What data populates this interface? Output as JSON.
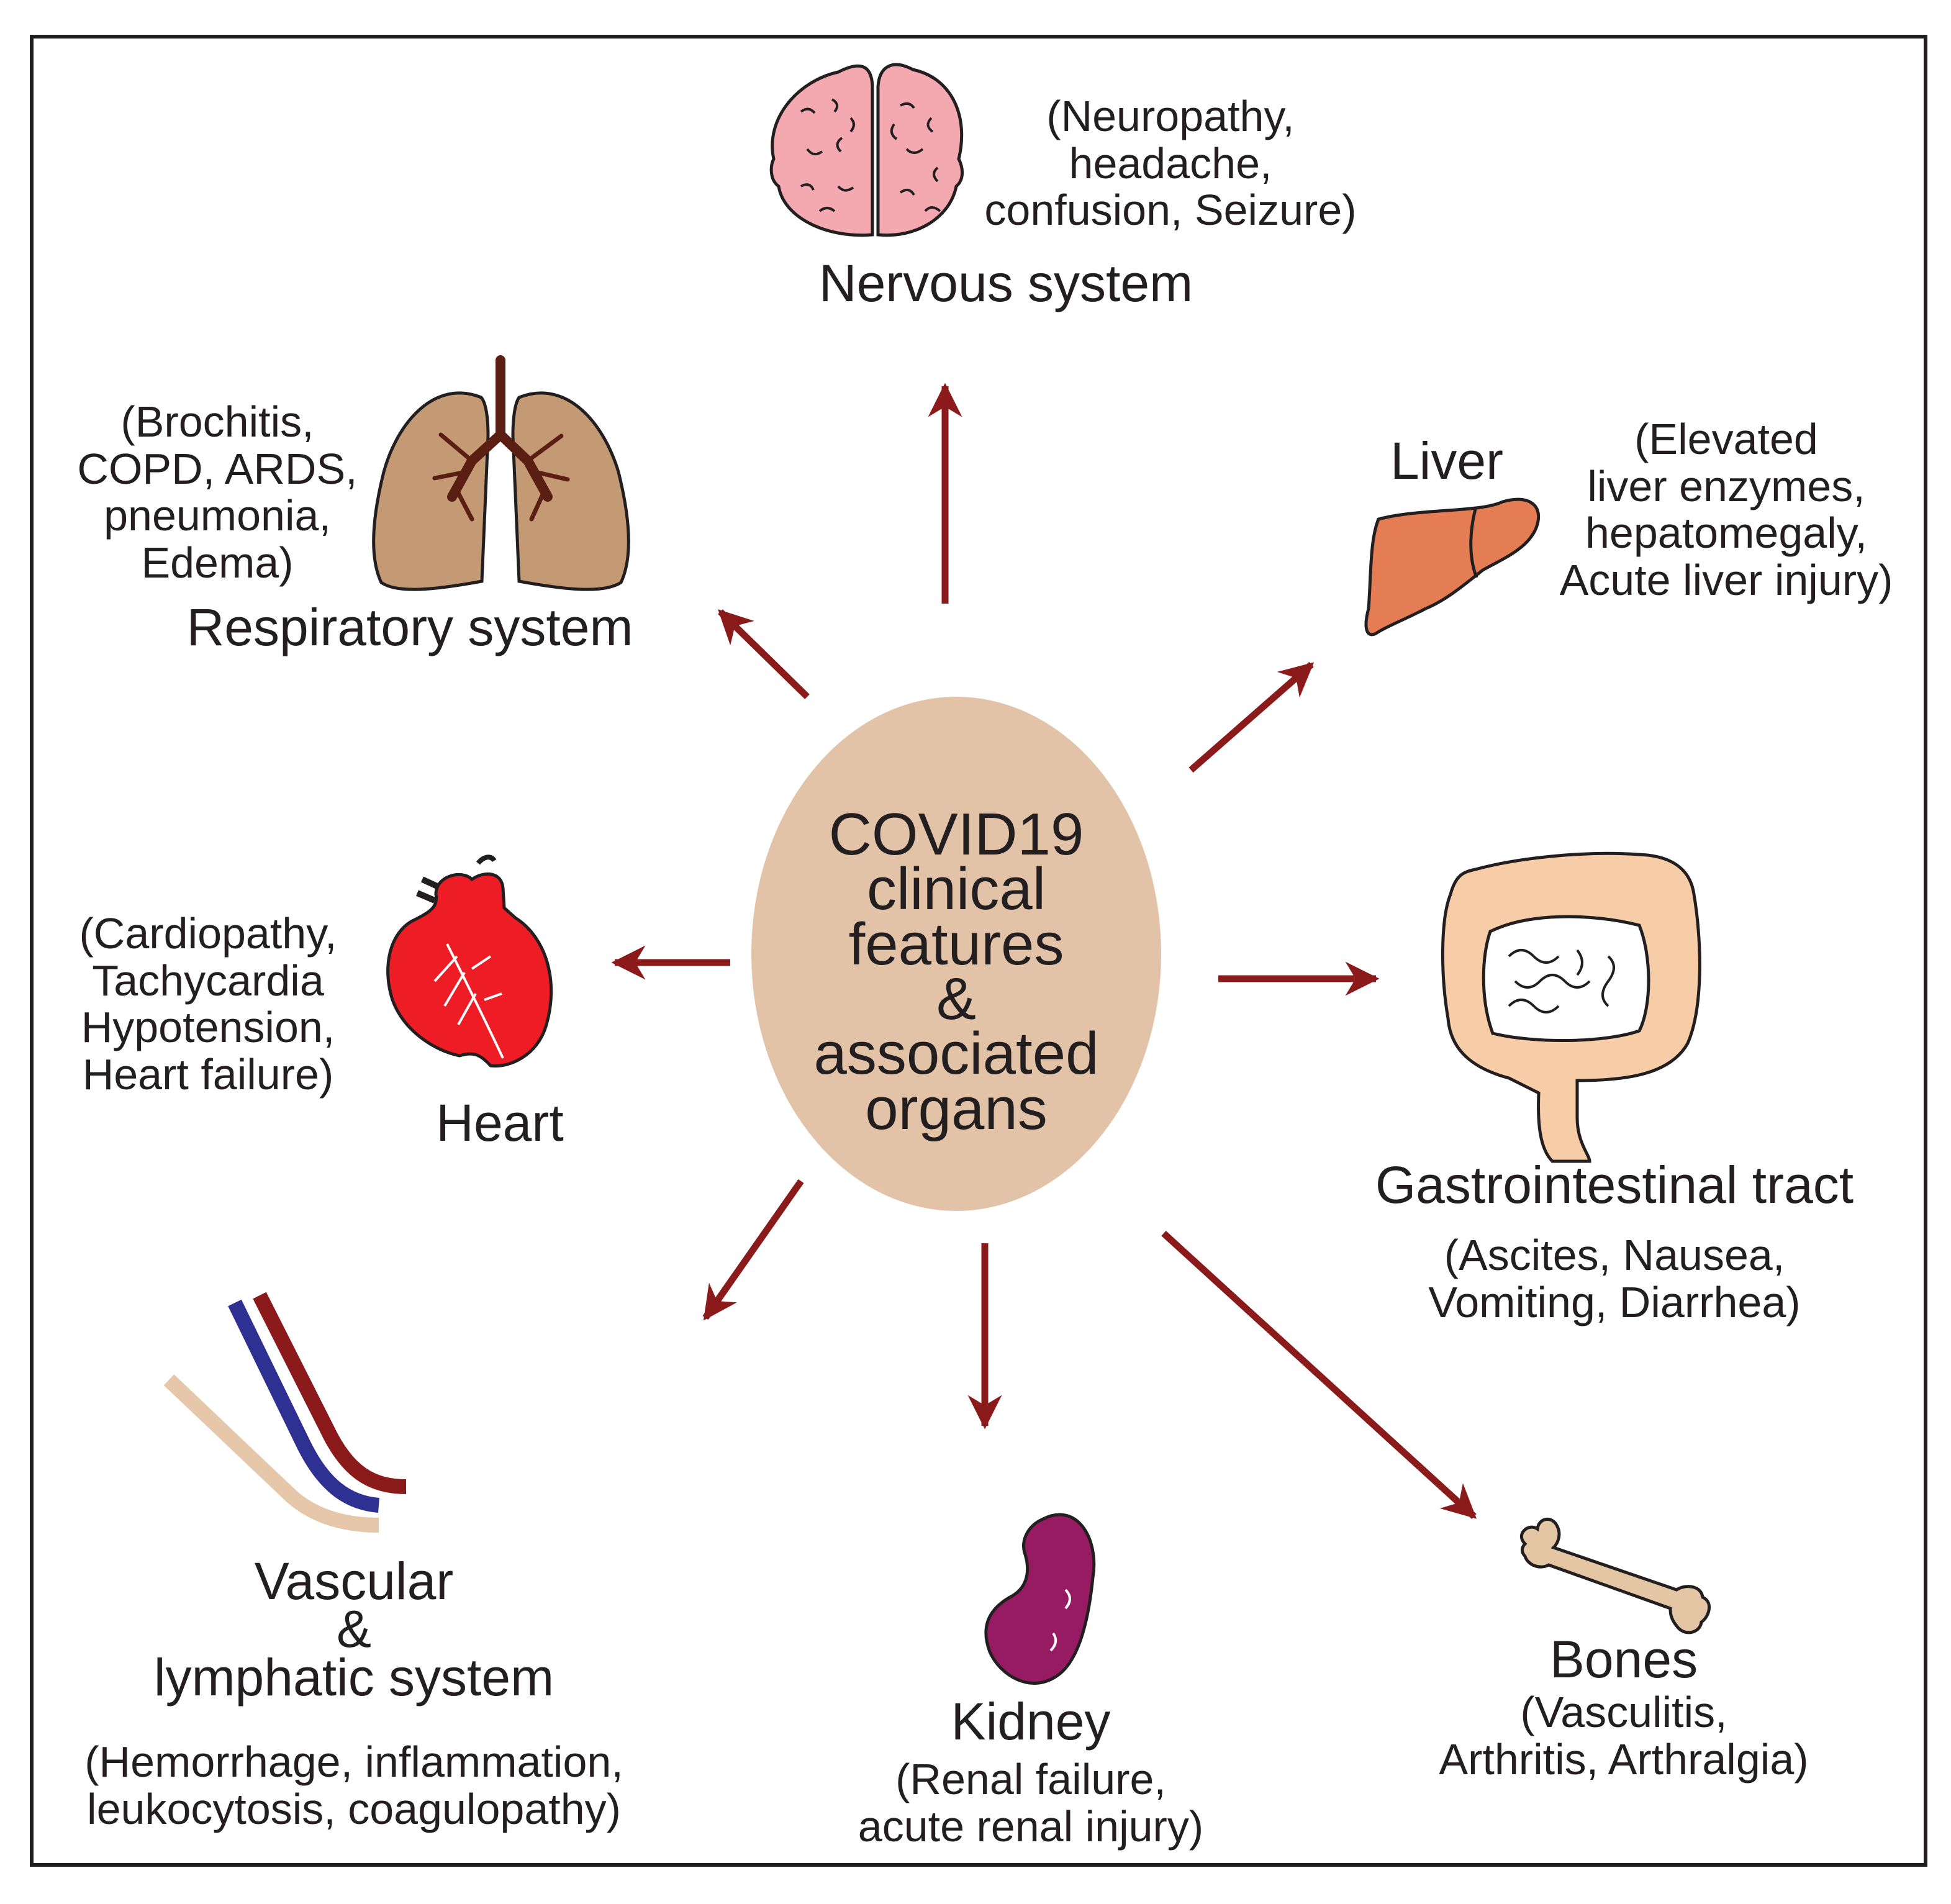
{
  "center": {
    "label": "COVID19\nclinical\nfeatures\n&\nassociated\norgans"
  },
  "organs": {
    "nervous": {
      "title": "Nervous system",
      "symptoms": "(Neuropathy,\nheadache,\nconfusion, Seizure)"
    },
    "respiratory": {
      "title": "Respiratory system",
      "symptoms": "(Brochitis,\nCOPD, ARDS,\npneumonia,\nEdema)"
    },
    "liver": {
      "title": "Liver",
      "symptoms": "(Elevated\nliver enzymes,\nhepatomegaly,\nAcute liver injury)"
    },
    "heart": {
      "title": "Heart",
      "symptoms": "(Cardiopathy,\nTachycardia\nHypotension,\nHeart failure)"
    },
    "gi": {
      "title": "Gastrointestinal tract",
      "symptoms": "(Ascites, Nausea,\nVomiting, Diarrhea)"
    },
    "vascular": {
      "title": "Vascular\n&\nlymphatic system",
      "symptoms": "(Hemorrhage, inflammation,\nleukocytosis, coagulopathy)"
    },
    "kidney": {
      "title": "Kidney",
      "symptoms": "(Renal failure,\nacute renal injury)"
    },
    "bones": {
      "title": "Bones",
      "symptoms": "(Vasculitis,\nArthritis, Arthralgia)"
    }
  },
  "colors": {
    "arrow": "#8b1a1a",
    "center_fill": "#e3c3a7",
    "brain": "#f4a9b1",
    "lungs": "#c49a74",
    "bronchi": "#5a1f12",
    "liver": "#e57d54",
    "heart": "#ee1c25",
    "intestine": "#f7cda8",
    "kidney": "#961b63",
    "bone": "#e5c6a4",
    "vessel_red": "#8b1a1a",
    "vessel_blue": "#2e3192",
    "vessel_lymph": "#e6c7aa"
  },
  "icons": {
    "nervous": "brain-icon",
    "respiratory": "lungs-icon",
    "liver": "liver-icon",
    "heart": "heart-icon",
    "gi": "intestine-icon",
    "vascular": "vessels-icon",
    "kidney": "kidney-icon",
    "bones": "bone-icon"
  }
}
